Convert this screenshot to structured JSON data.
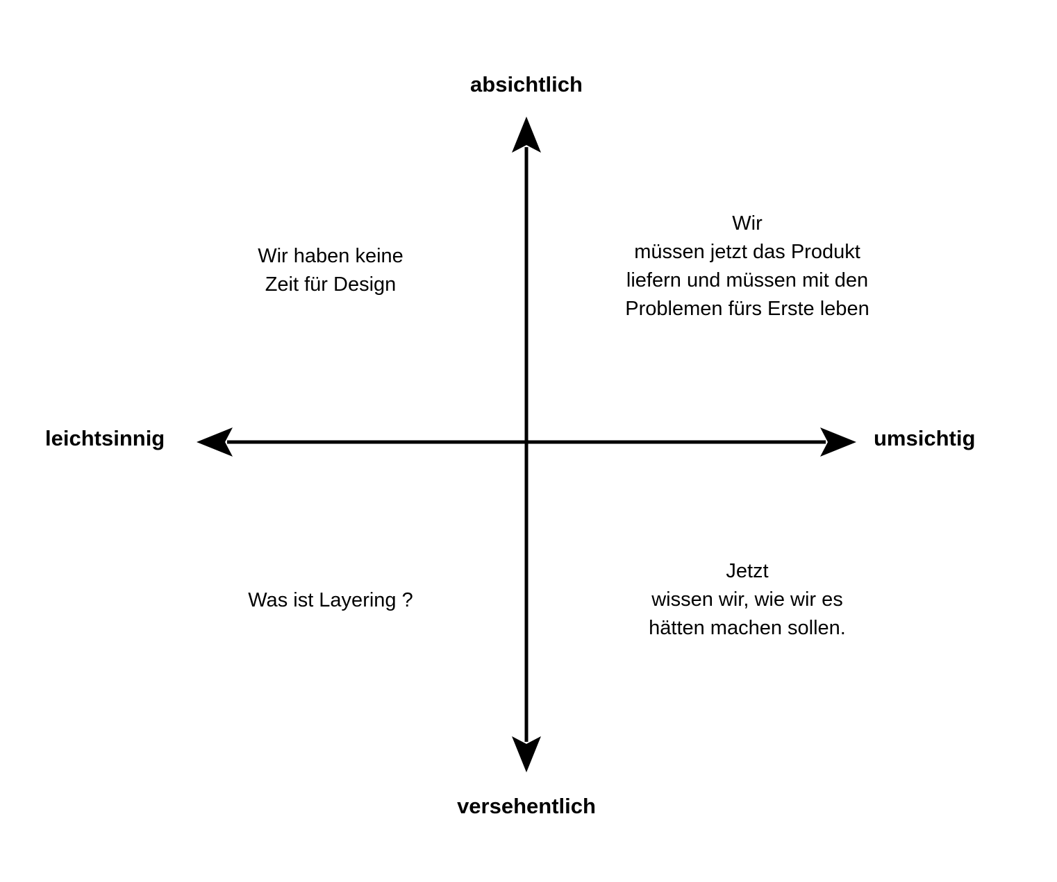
{
  "diagram": {
    "title": "",
    "type": "two-axis quadrant matrix",
    "colors": {
      "background": "#ffffff",
      "axis": "#000000",
      "text": "#000000"
    },
    "axes": {
      "vertical": {
        "top_label": "absichtlich",
        "bottom_label": "versehentlich"
      },
      "horizontal": {
        "left_label": "leichtsinnig",
        "right_label": "umsichtig"
      }
    },
    "quadrants": {
      "top_left": "Wir haben keine\nZeit für Design",
      "top_right": "Wir\nmüssen jetzt das Produkt\nliefern und müssen mit den\nProblemen fürs Erste leben",
      "bottom_left": "Was ist Layering ?",
      "bottom_right": "Jetzt\nwissen wir, wie wir es\nhätten machen sollen."
    }
  }
}
